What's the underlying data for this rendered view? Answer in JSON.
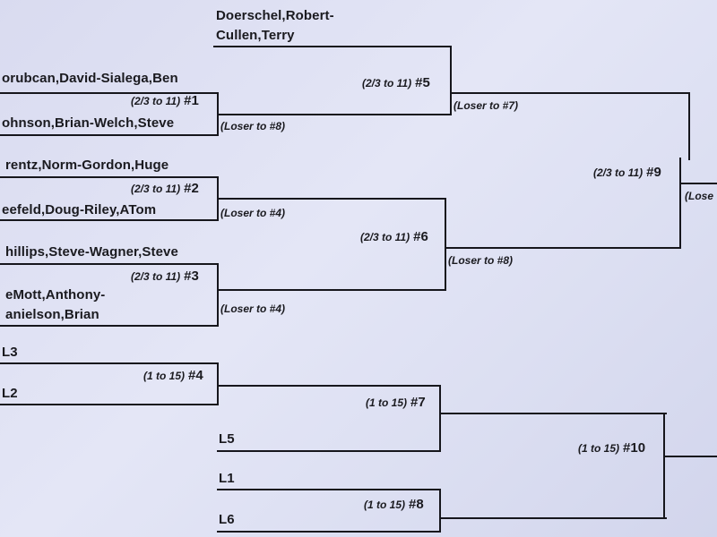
{
  "entries": {
    "m5_top": "Doerschel,Robert-",
    "m5_top_line2": "Cullen,Terry",
    "m1_top": "orubcan,David-Sialega,Ben",
    "m1_bottom": "ohnson,Brian-Welch,Steve",
    "m2_top": "rentz,Norm-Gordon,Huge",
    "m2_bottom": "eefeld,Doug-Riley,ATom",
    "m3_top": "hillips,Steve-Wagner,Steve",
    "m3_bottom": "eMott,Anthony-",
    "m3_bottom_line2": "anielson,Brian",
    "m4_top": "L3",
    "m4_bottom": "L2",
    "m7_bottom": "L5",
    "m8_top": "L1",
    "m8_bottom": "L6"
  },
  "matches": {
    "m1": {
      "range": "(2/3 to 11)",
      "num": "#1"
    },
    "m2": {
      "range": "(2/3 to 11)",
      "num": "#2"
    },
    "m3": {
      "range": "(2/3 to 11)",
      "num": "#3"
    },
    "m4": {
      "range": "(1 to 15)",
      "num": "#4"
    },
    "m5": {
      "range": "(2/3 to 11)",
      "num": "#5"
    },
    "m6": {
      "range": "(2/3 to 11)",
      "num": "#6"
    },
    "m7": {
      "range": "(1 to 15)",
      "num": "#7"
    },
    "m8": {
      "range": "(1 to 15)",
      "num": "#8"
    },
    "m9": {
      "range": "(2/3 to 11)",
      "num": "#9"
    },
    "m10": {
      "range": "(1 to 15)",
      "num": "#10"
    }
  },
  "loser_notes": {
    "m1": "(Loser to #8)",
    "m2": "(Loser to #4)",
    "m3": "(Loser to #4)",
    "m5": "(Loser to #7)",
    "m6": "(Loser to #8)",
    "m9": "(Lose"
  },
  "colors": {
    "ink": "#16161c",
    "paper": "#dfe1f3"
  }
}
